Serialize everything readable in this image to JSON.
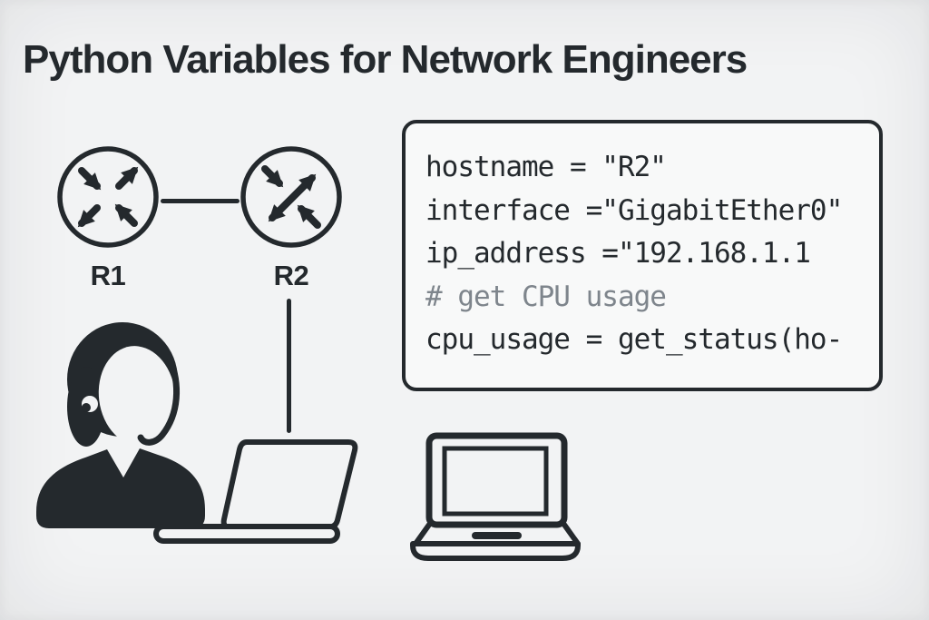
{
  "title": "Python Variables for Network Engineers",
  "topology": {
    "routers": [
      {
        "label": "R1"
      },
      {
        "label": "R2"
      }
    ],
    "links": [
      "r1-r2-link",
      "r2-laptop-link"
    ]
  },
  "code_panel": {
    "lines": [
      {
        "text": "hostname = \"R2\"",
        "type": "code"
      },
      {
        "text": "interface =\"GigabitEther0\"",
        "type": "code"
      },
      {
        "text": "ip_address =\"192.168.1.1",
        "type": "code"
      },
      {
        "text": "# get CPU usage",
        "type": "comment"
      },
      {
        "text": "cpu_usage = get_status(ho-",
        "type": "code"
      }
    ]
  },
  "icons": {
    "router": "router-icon",
    "person": "network-engineer-icon",
    "open_laptop": "open-laptop-icon",
    "laptop": "laptop-icon"
  },
  "colors": {
    "ink": "#24292d",
    "comment": "#7e858c",
    "background": "#f2f3f4",
    "panel_background": "#f8f9f9"
  }
}
